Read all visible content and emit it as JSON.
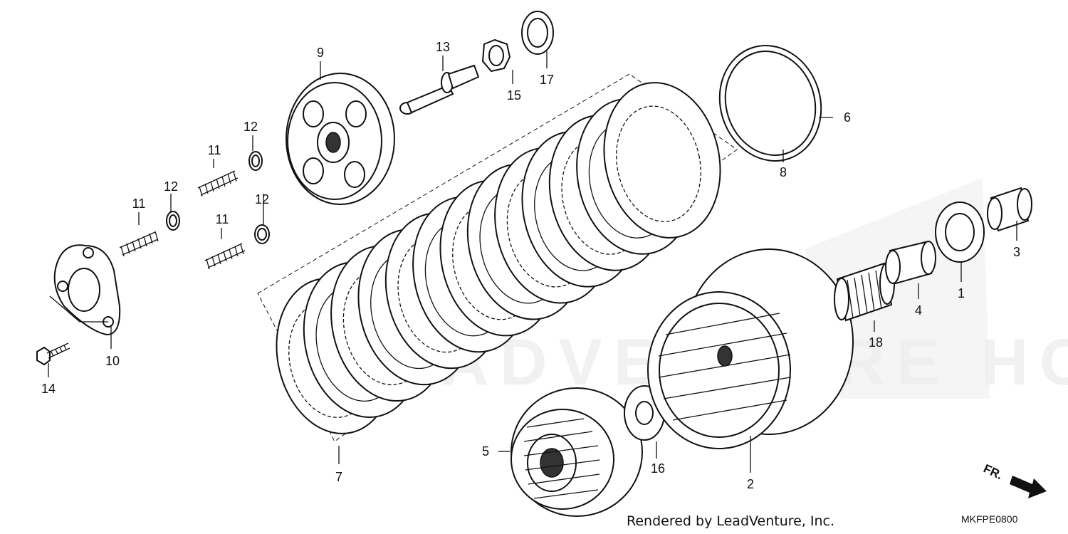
{
  "callouts": [
    {
      "id": "c1",
      "label": "1"
    },
    {
      "id": "c2",
      "label": "2"
    },
    {
      "id": "c3",
      "label": "3"
    },
    {
      "id": "c4",
      "label": "4"
    },
    {
      "id": "c5",
      "label": "5"
    },
    {
      "id": "c6",
      "label": "6"
    },
    {
      "id": "c7",
      "label": "7"
    },
    {
      "id": "c8",
      "label": "8"
    },
    {
      "id": "c9",
      "label": "9"
    },
    {
      "id": "c10",
      "label": "10"
    },
    {
      "id": "c11a",
      "label": "11"
    },
    {
      "id": "c11b",
      "label": "11"
    },
    {
      "id": "c11c",
      "label": "11"
    },
    {
      "id": "c12a",
      "label": "12"
    },
    {
      "id": "c12b",
      "label": "12"
    },
    {
      "id": "c12c",
      "label": "12"
    },
    {
      "id": "c13",
      "label": "13"
    },
    {
      "id": "c14",
      "label": "14"
    },
    {
      "id": "c15",
      "label": "15"
    },
    {
      "id": "c16",
      "label": "16"
    },
    {
      "id": "c17",
      "label": "17"
    },
    {
      "id": "c18",
      "label": "18"
    }
  ],
  "credit": "Rendered by LeadVenture, Inc.",
  "diagram_code": "MKFPE0800",
  "front_indicator": "FR.",
  "watermark": "LEADVENTURE HONDA"
}
